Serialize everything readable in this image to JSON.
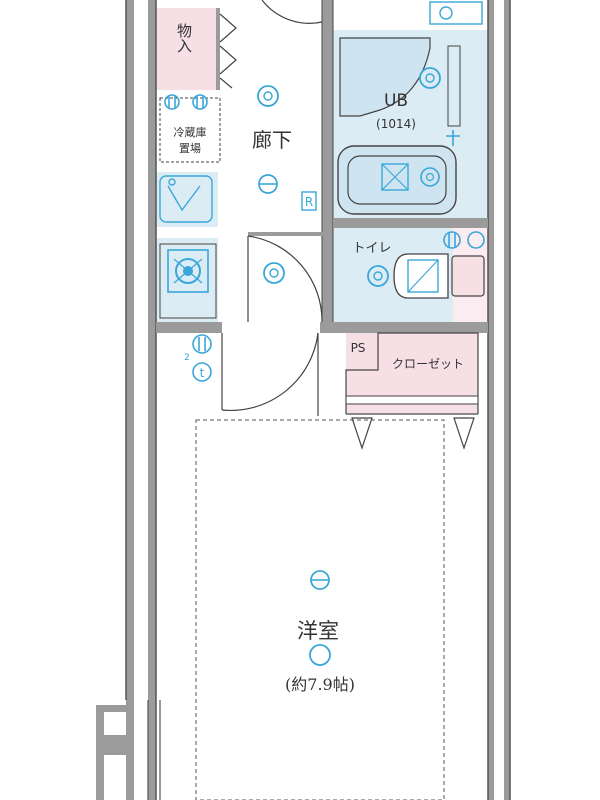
{
  "rooms": {
    "storage": "物入",
    "fridge_line1": "冷蔵庫",
    "fridge_line2": "置場",
    "hallway": "廊下",
    "bath": "UB",
    "bath_size": "(1014)",
    "toilet": "トイレ",
    "ps": "PS",
    "closet": "クローゼット",
    "western_room": "洋室",
    "western_room_size": "(約7.9帖)"
  },
  "markers": {
    "refrigerator_switch": "R",
    "phone_outlet": "t",
    "outlet_count": "2"
  },
  "colors": {
    "wall": "#9b9b9b",
    "wet_area": "#dcecf5",
    "storage_pink": "#f7dfe6",
    "fixture_blue": "#3aa7d8",
    "line": "#444444"
  }
}
